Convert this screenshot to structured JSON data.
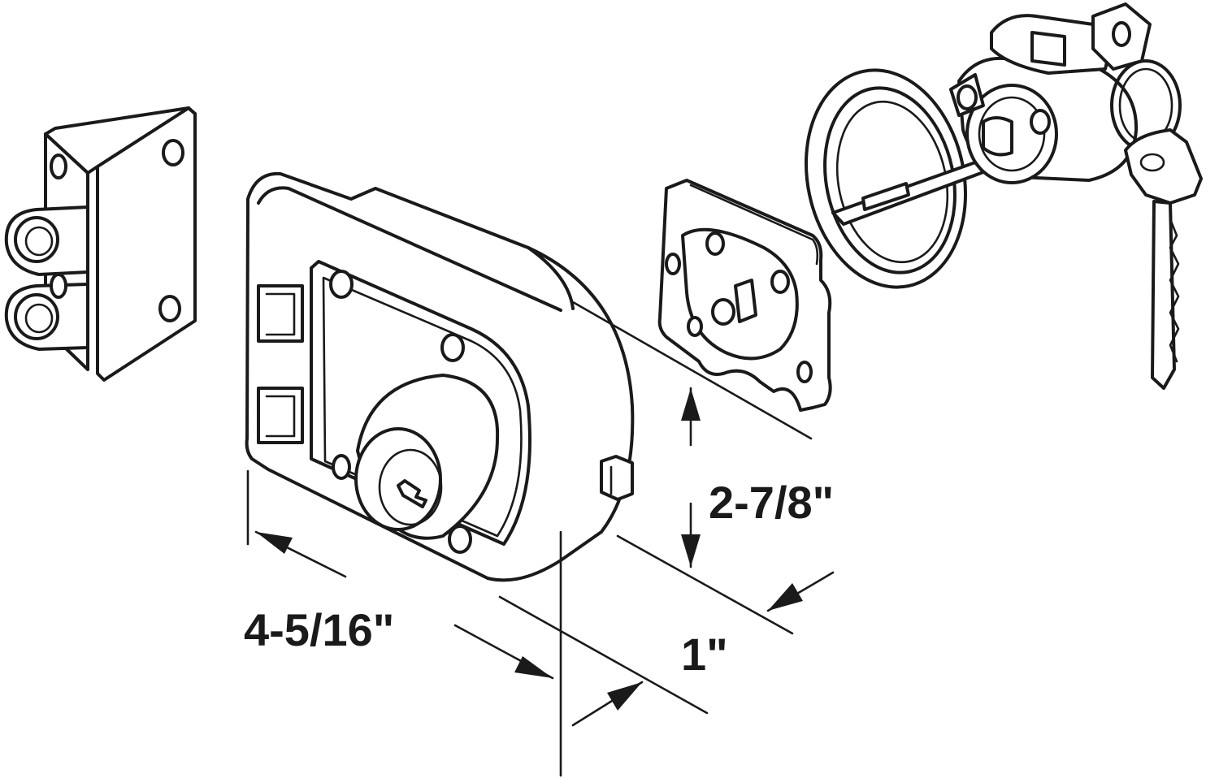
{
  "dimensions": {
    "width_label": "4-5/16\"",
    "height_label": "2-7/8\"",
    "depth_label": "1\""
  },
  "colors": {
    "line": "#1a1a1a",
    "background": "#ffffff"
  }
}
